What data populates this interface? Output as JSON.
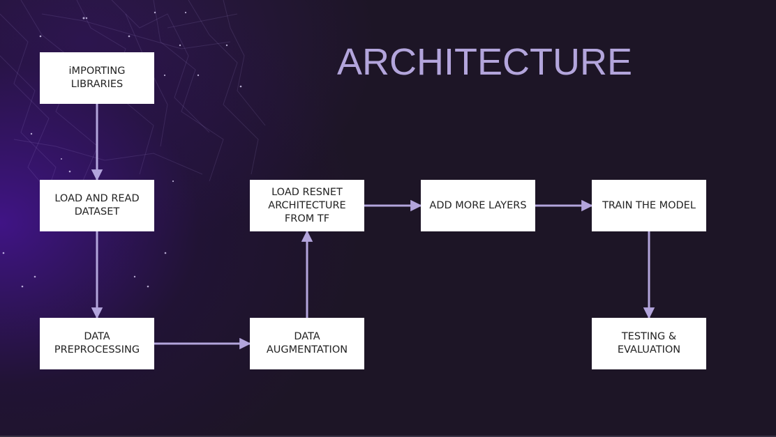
{
  "title": "ARCHITECTURE",
  "colors": {
    "background": "#1d1526",
    "title": "#b3a5dc",
    "arrow": "#b3a5dc",
    "box": "#ffffff",
    "box_text": "#222222"
  },
  "diagram": {
    "nodes": [
      {
        "id": "importing",
        "label": "iMPORTING\nLIBRARIES"
      },
      {
        "id": "load-dataset",
        "label": "LOAD AND READ\nDATASET"
      },
      {
        "id": "preprocessing",
        "label": "DATA\nPREPROCESSING"
      },
      {
        "id": "augmentation",
        "label": "DATA\nAUGMENTATION"
      },
      {
        "id": "resnet",
        "label": "LOAD RESNET\nARCHITECTURE\nFROM TF"
      },
      {
        "id": "add-layers",
        "label": "ADD MORE LAYERS"
      },
      {
        "id": "train",
        "label": "TRAIN THE MODEL"
      },
      {
        "id": "testing",
        "label": "TESTING &\nEVALUATION"
      }
    ],
    "edges": [
      {
        "from": "importing",
        "to": "load-dataset"
      },
      {
        "from": "load-dataset",
        "to": "preprocessing"
      },
      {
        "from": "preprocessing",
        "to": "augmentation"
      },
      {
        "from": "augmentation",
        "to": "resnet"
      },
      {
        "from": "resnet",
        "to": "add-layers"
      },
      {
        "from": "add-layers",
        "to": "train"
      },
      {
        "from": "train",
        "to": "testing"
      }
    ]
  }
}
